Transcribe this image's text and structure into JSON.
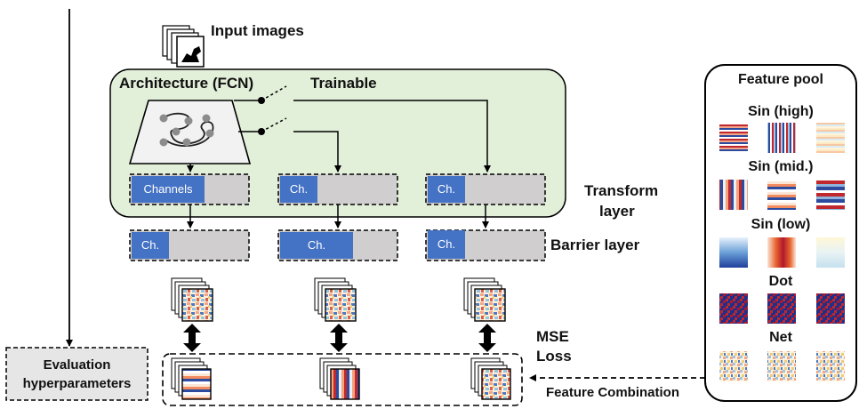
{
  "labels": {
    "input_images": "Input images",
    "architecture": "Architecture (FCN)",
    "trainable": "Trainable",
    "transform_layer_1": "Transform",
    "transform_layer_2": "layer",
    "barrier_layer": "Barrier layer",
    "mse_1": "MSE",
    "mse_2": "Loss",
    "evaluation_1": "Evaluation",
    "evaluation_2": "hyperparameters",
    "feature_combination": "Feature Combination"
  },
  "channels": {
    "transform": [
      "Channels",
      "Ch.",
      "Ch."
    ],
    "barrier": [
      "Ch.",
      "Ch.",
      "Ch."
    ]
  },
  "feature_pool": {
    "title": "Feature pool",
    "groups": [
      {
        "name": "Sin (high)"
      },
      {
        "name": "Sin (mid.)"
      },
      {
        "name": "Sin (low)"
      },
      {
        "name": "Dot"
      },
      {
        "name": "Net"
      }
    ]
  },
  "colors": {
    "transform_bg": "#e2efd9",
    "channel_blue": "#4472c4",
    "channel_gray": "#d0cece",
    "eval_bg": "#e7e6e6"
  }
}
